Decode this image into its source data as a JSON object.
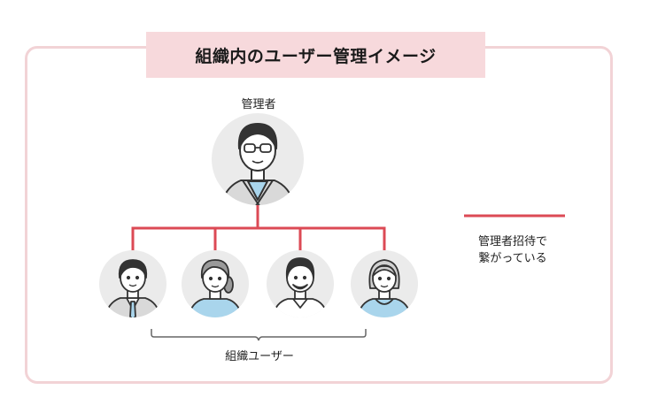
{
  "title": "組織内のユーザー管理イメージ",
  "admin": {
    "label": "管理者"
  },
  "users": {
    "label": "組織ユーザー",
    "count": 4
  },
  "legend": {
    "line1": "管理者招待で",
    "line2": "繋がっている"
  },
  "colors": {
    "frame_border": "#f2d3d6",
    "title_background": "#f7d9dc",
    "connection_line": "#dc4a55",
    "avatar_background": "#ebebeb",
    "accent_blue": "#a9d5ec"
  },
  "icons": [
    "admin-avatar-icon",
    "user-avatar-icon"
  ]
}
